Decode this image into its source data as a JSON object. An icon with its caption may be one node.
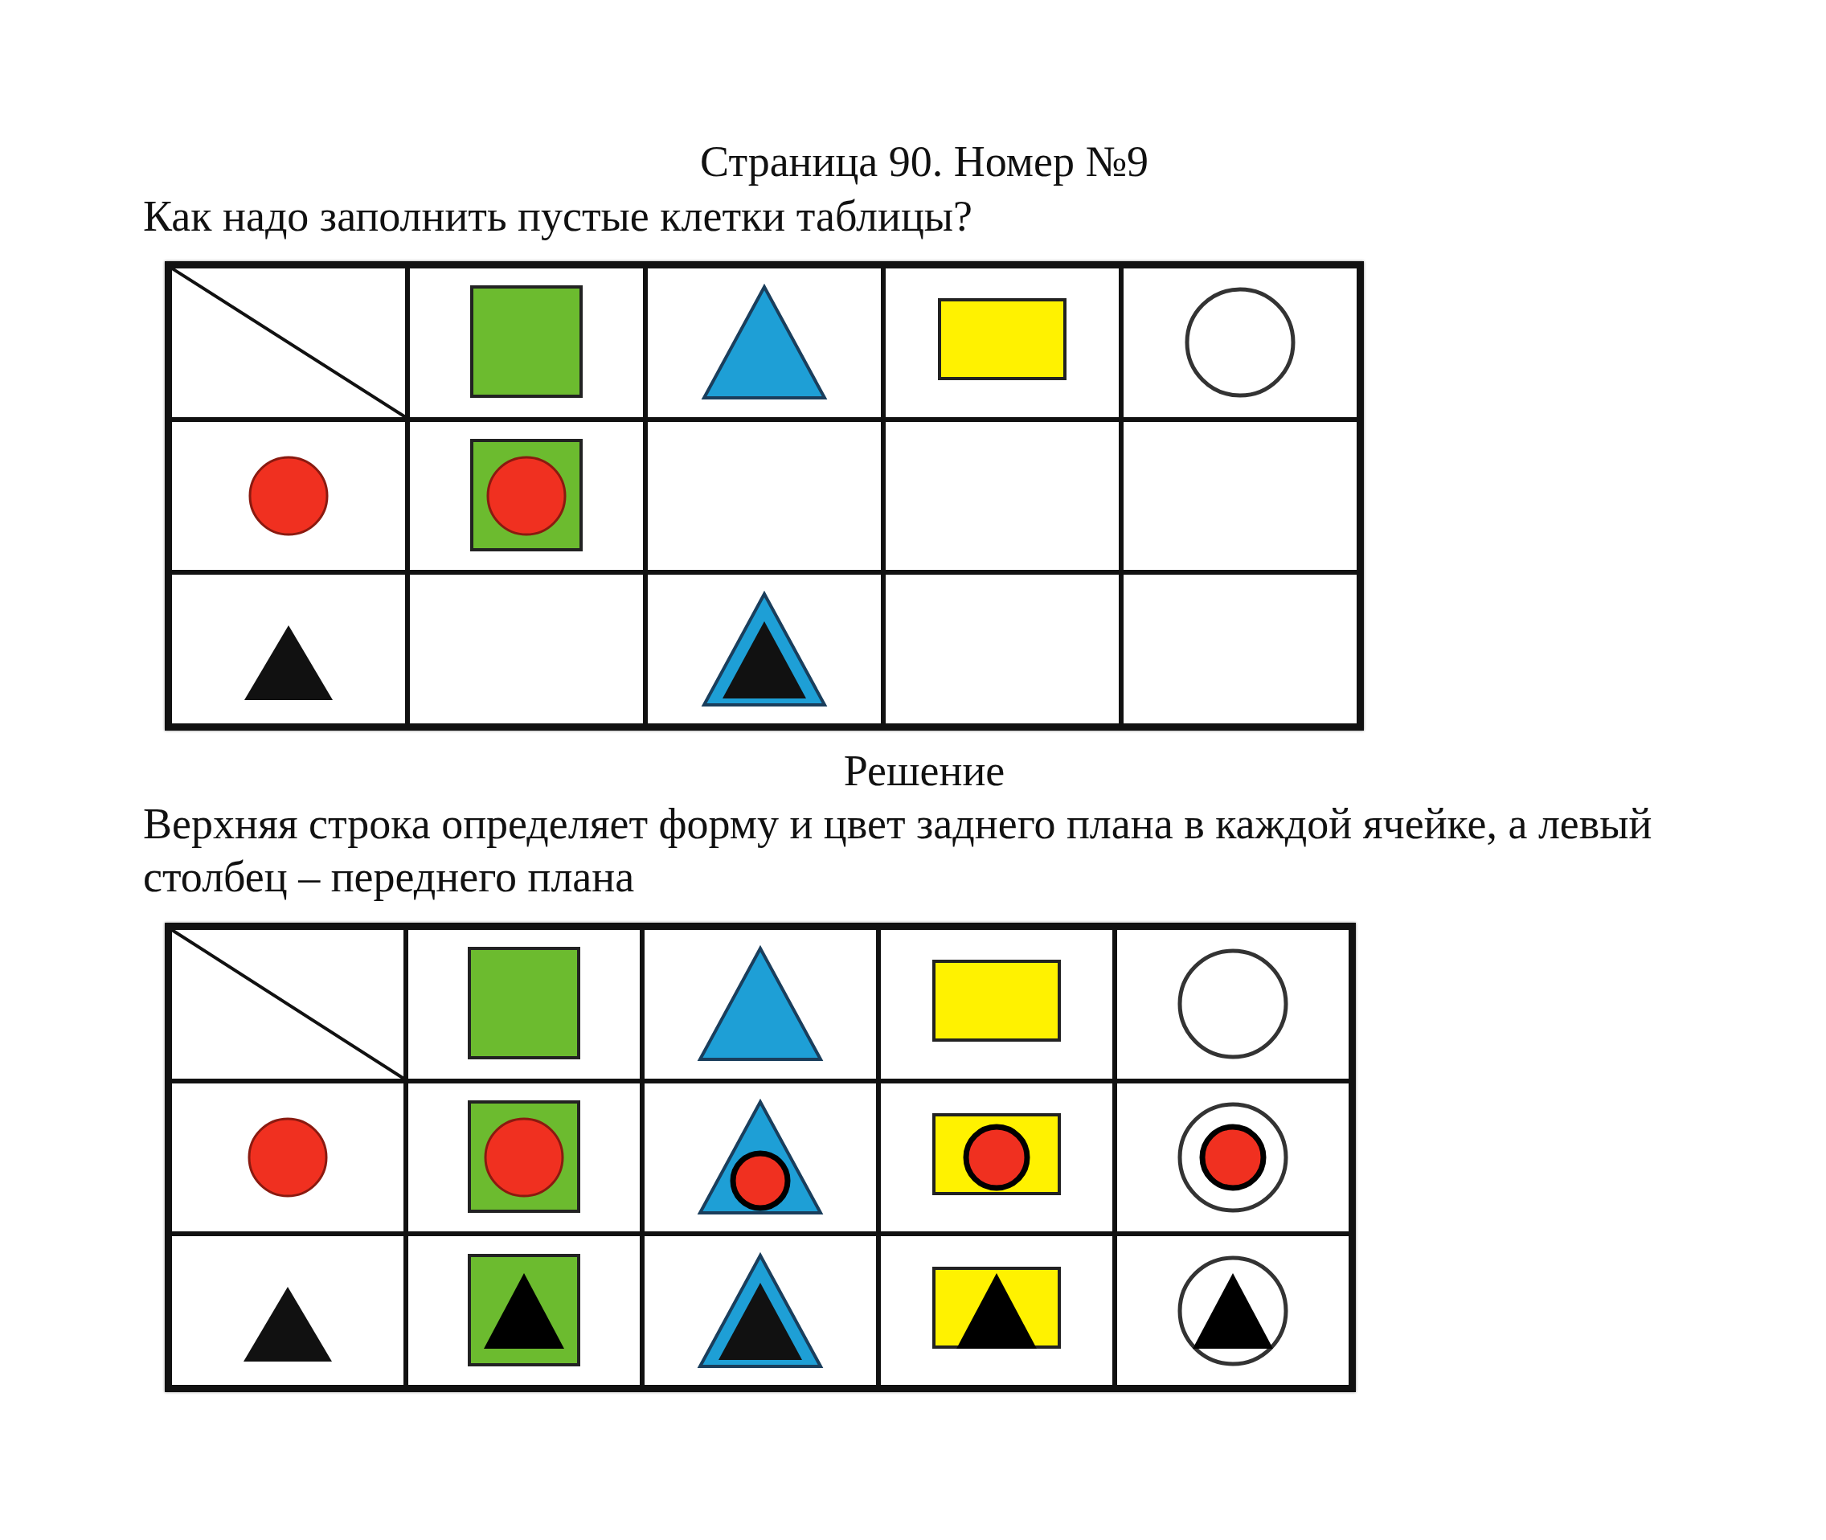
{
  "diagram": {
    "title": "Страница 90. Номер №9",
    "labels": [
      "Как надо заполнить пустые клетки таблицы?",
      "Решение",
      "Верхняя строка определяет форму и цвет заднего плана в каждой ячейке, а левый столбец – переднего плана"
    ]
  }
}
